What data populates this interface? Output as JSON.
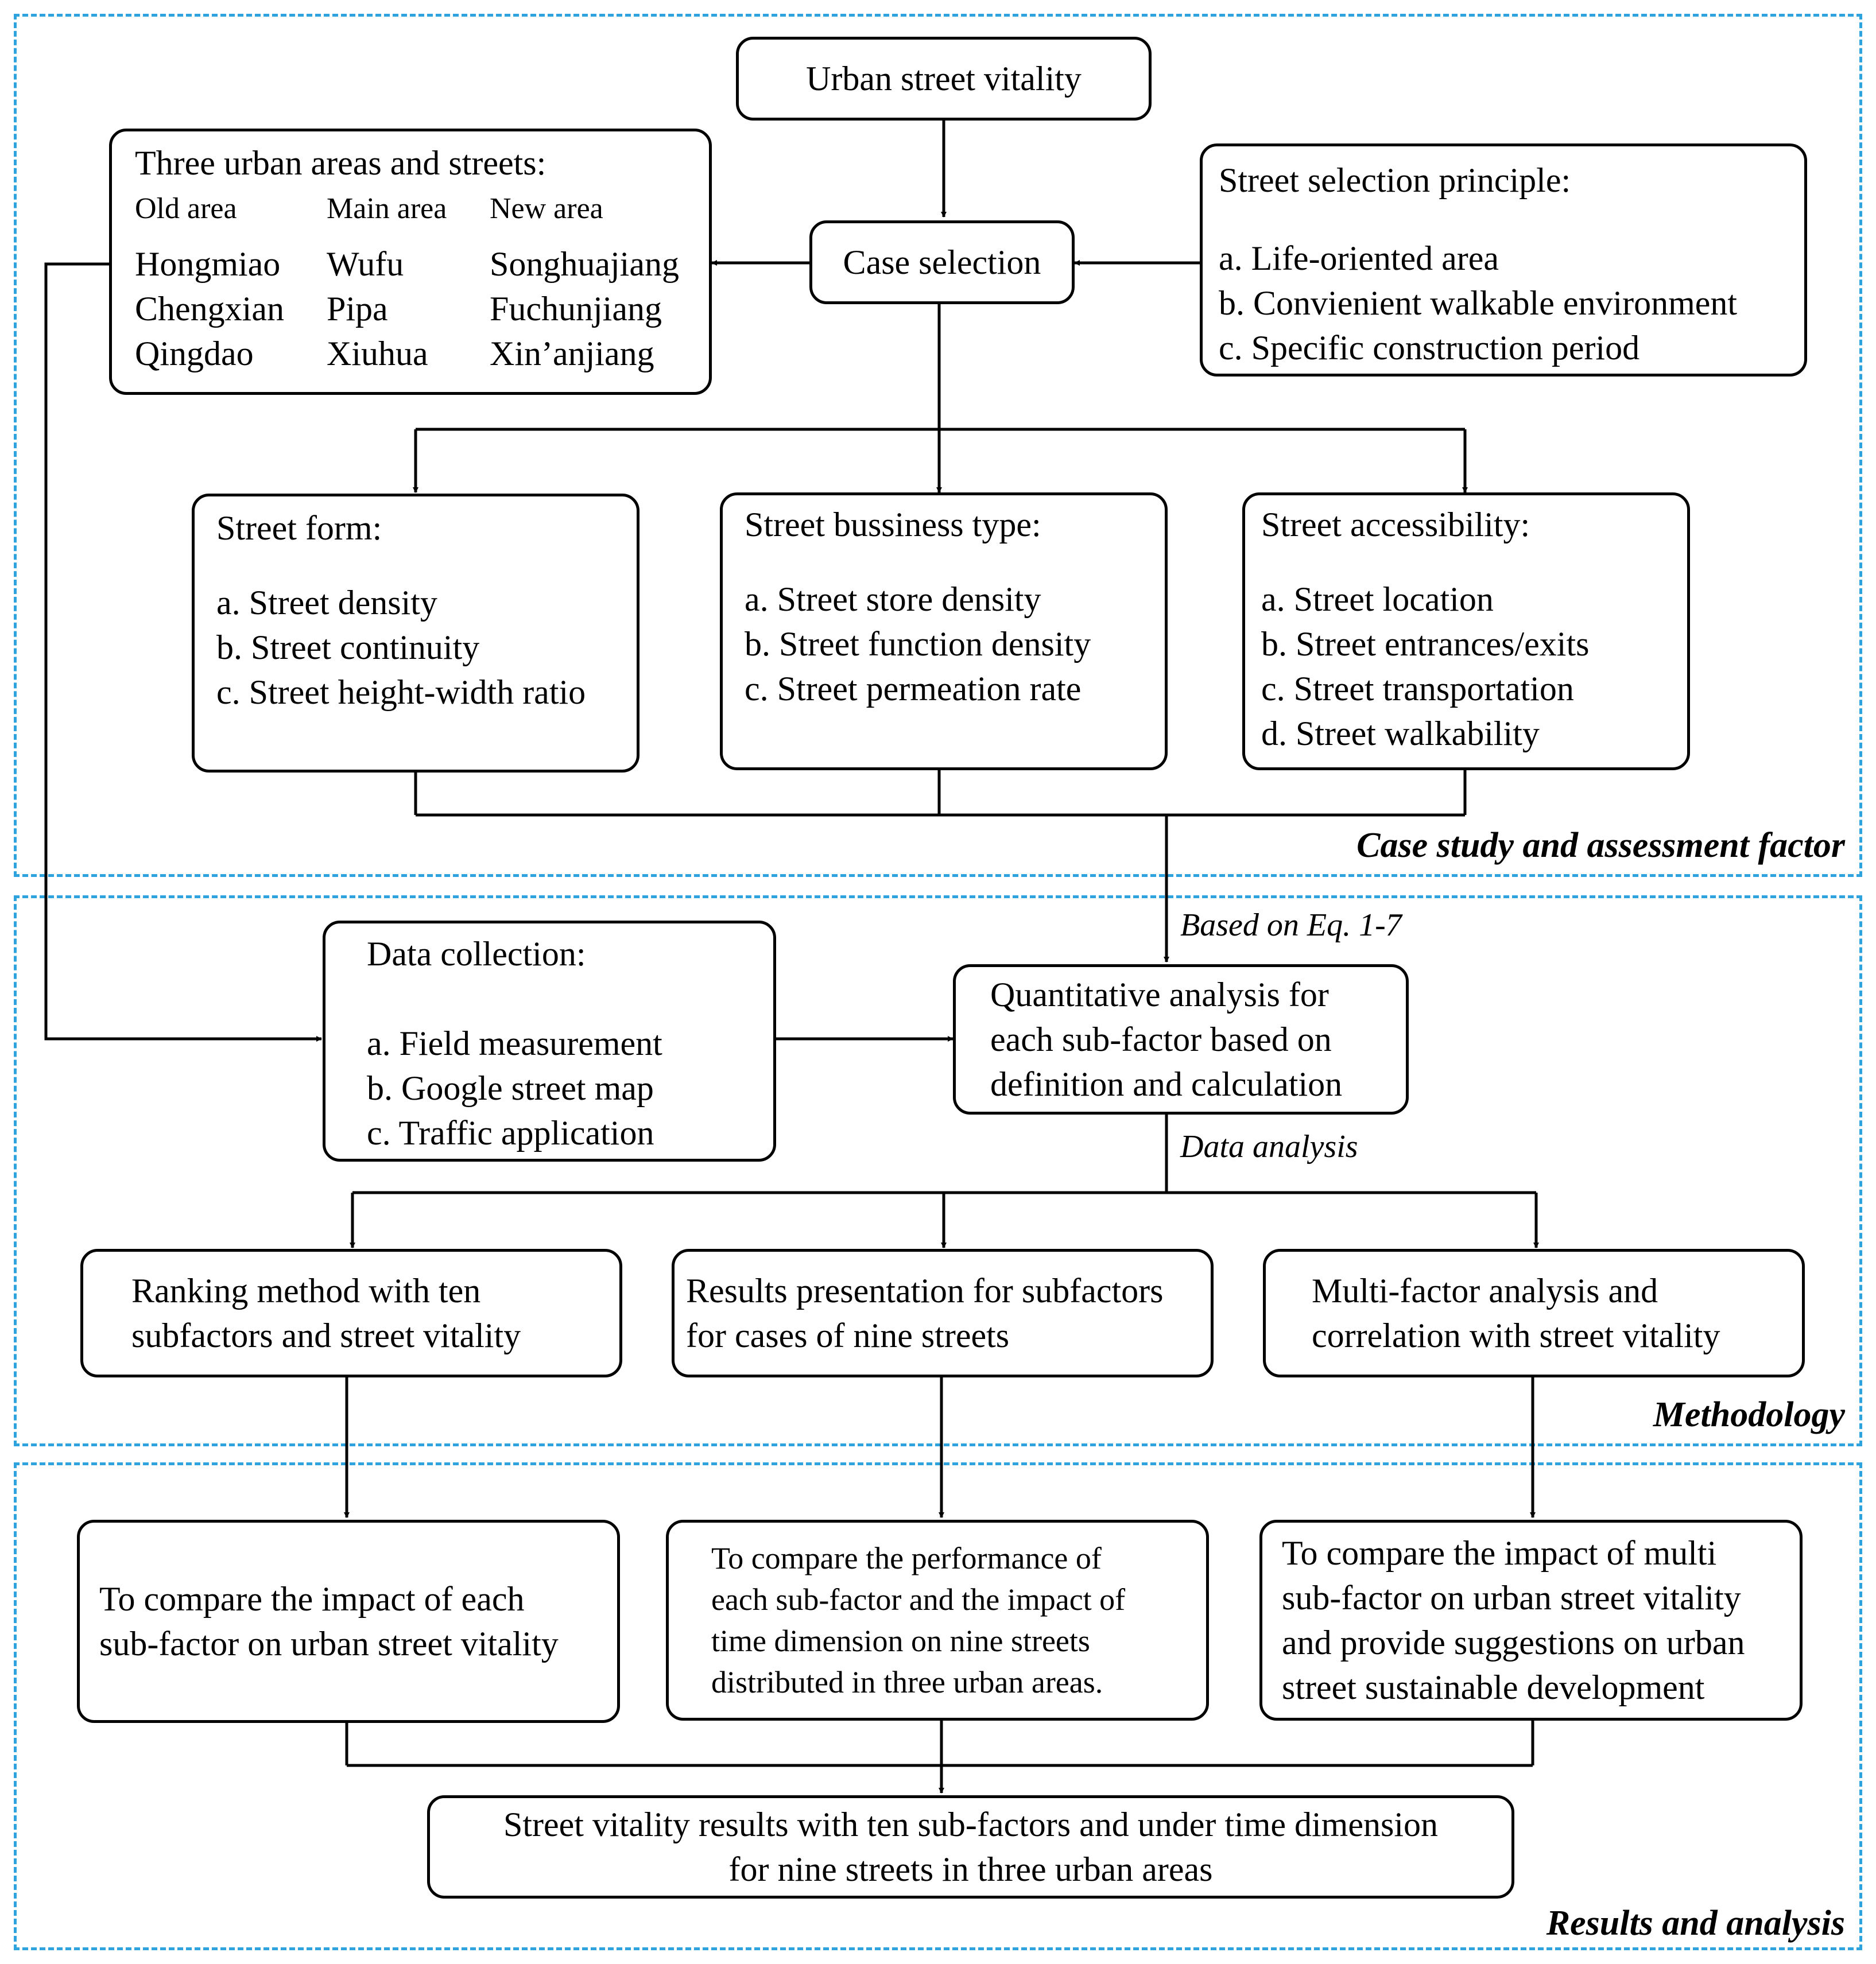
{
  "sections": {
    "case_study": "Case study and assessment factor",
    "methodology": "Methodology",
    "results": "Results and analysis"
  },
  "top": {
    "title": "Urban street vitality"
  },
  "case_selection": {
    "label": "Case selection"
  },
  "areas": {
    "title": "Three urban areas and streets:",
    "columns": [
      {
        "header": "Old area",
        "streets": [
          "Hongmiao",
          "Chengxian",
          "Qingdao"
        ]
      },
      {
        "header": "Main area",
        "streets": [
          "Wufu",
          "Pipa",
          "Xiuhua"
        ]
      },
      {
        "header": "New area",
        "streets": [
          "Songhuajiang",
          "Fuchunjiang",
          "Xin’anjiang"
        ]
      }
    ]
  },
  "principle": {
    "title": "Street selection principle:",
    "items": [
      "a. Life-oriented area",
      "b. Convienient walkable environment",
      "c. Specific construction period"
    ]
  },
  "form": {
    "title": "Street form:",
    "items": [
      "a. Street density",
      "b. Street continuity",
      "c. Street height-width ratio"
    ]
  },
  "business": {
    "title": "Street bussiness type:",
    "items": [
      "a. Street store density",
      "b. Street function density",
      "c. Street permeation rate"
    ]
  },
  "access": {
    "title": "Street accessibility:",
    "items": [
      "a. Street location",
      "b. Street entrances/exits",
      "c. Street transportation",
      "d. Street walkability"
    ]
  },
  "data_collection": {
    "title": "Data collection:",
    "items": [
      "a. Field measurement",
      "b. Google street map",
      "c. Traffic application"
    ]
  },
  "annotations": {
    "based_on": "Based on Eq. 1-7",
    "data_analysis": "Data analysis"
  },
  "quant": {
    "lines": [
      "Quantitative analysis for",
      "each sub-factor based on",
      "definition and calculation"
    ]
  },
  "ranking": {
    "lines": [
      "Ranking method with ten",
      "subfactors and street vitality"
    ]
  },
  "presentation": {
    "lines": [
      "Results presentation for subfactors",
      "for cases of nine streets"
    ]
  },
  "multi": {
    "lines": [
      "Multi-factor analysis and",
      "correlation with street vitality"
    ]
  },
  "compare1": {
    "lines": [
      "To compare the impact of each",
      "sub-factor on urban street vitality"
    ]
  },
  "compare2": {
    "lines": [
      "To compare the performance of",
      "each sub-factor and the impact of",
      "time dimension on nine streets",
      "distributed in three urban areas."
    ]
  },
  "compare3": {
    "lines": [
      "To compare the impact of multi",
      "sub-factor on urban street vitality",
      "and provide suggestions on urban",
      "street sustainable development"
    ]
  },
  "final": {
    "lines": [
      "Street vitality results with ten sub-factors and under time dimension",
      "for nine streets in three urban areas"
    ]
  }
}
